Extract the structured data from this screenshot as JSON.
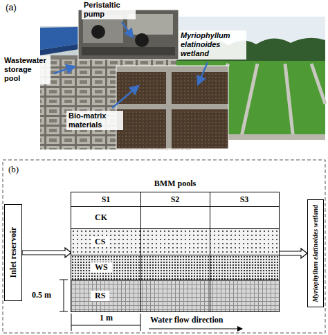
{
  "diagram": {
    "nodes": [
      {
        "text": [
          "Inlet reservoir"
        ]
      },
      {
        "text": [
          "BMM pools"
        ]
      },
      {
        "text": [
          "S1"
        ],
        "in": 1
      },
      {
        "text": [
          "S2"
        ],
        "in": 1
      },
      {
        "text": [
          "S3"
        ],
        "in": 1
      },
      {
        "text": [
          "CK"
        ],
        "in": 1
      },
      {
        "text": [
          "CS"
        ],
        "in": 1
      },
      {
        "text": [
          "WS"
        ],
        "in": 1
      },
      {
        "text": [
          "RS"
        ],
        "in": 1
      },
      {
        "text": [
          "Myriophyllum elatinoides wetland"
        ]
      }
    ],
    "edges": [
      {
        "from": 0,
        "to": 1,
        "arrow": "to"
      },
      {
        "from": 1,
        "to": 9,
        "arrow": "to"
      }
    ],
    "labels": [
      "(a)",
      "Peristaltic pump",
      "Wastewater storage pool",
      "Myriophyllum elatinoides wetland",
      "Bio-matrix materials",
      "(b)",
      "0.5 m",
      "1 m",
      "Water flow direction"
    ]
  }
}
